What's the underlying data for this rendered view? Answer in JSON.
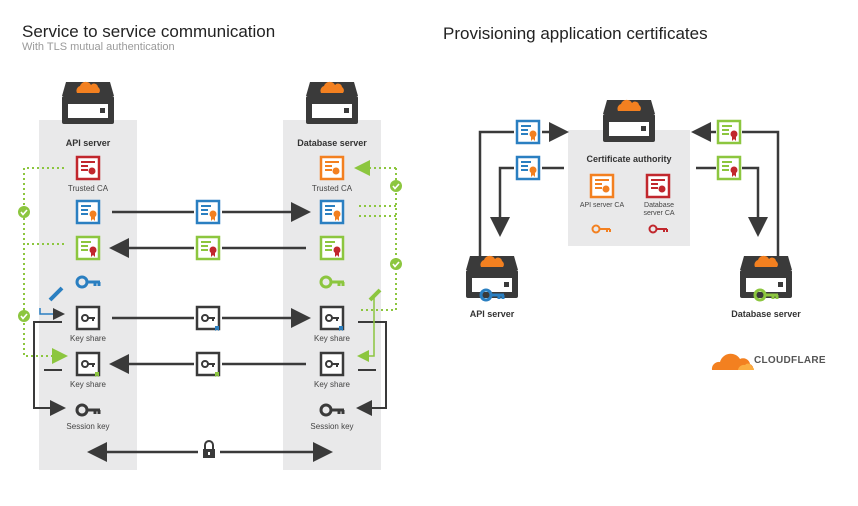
{
  "left": {
    "title": "Service to service communication",
    "subtitle": "With TLS mutual authentication",
    "api_server": "API server",
    "db_server": "Database server",
    "trusted_ca": "Trusted CA",
    "key_share": "Key share",
    "session_key": "Session key"
  },
  "right": {
    "title": "Provisioning application certificates",
    "certificate_authority": "Certificate authority",
    "api_server_ca": "API server CA",
    "database_server_ca_line1": "Database",
    "database_server_ca_line2": "server CA",
    "api_server": "API server",
    "database_server": "Database server"
  },
  "brand": {
    "name": "CLOUDFLARE"
  },
  "colors": {
    "blue": "#2a7fc1",
    "green": "#8cc63f",
    "red": "#c1272d",
    "orange": "#f38020",
    "dark": "#3a3a3a",
    "panel": "#e9e9ea"
  },
  "icons": [
    "server-icon",
    "cloud-icon",
    "certificate-icon",
    "key-icon",
    "lock-icon",
    "check-icon",
    "pen-icon"
  ]
}
